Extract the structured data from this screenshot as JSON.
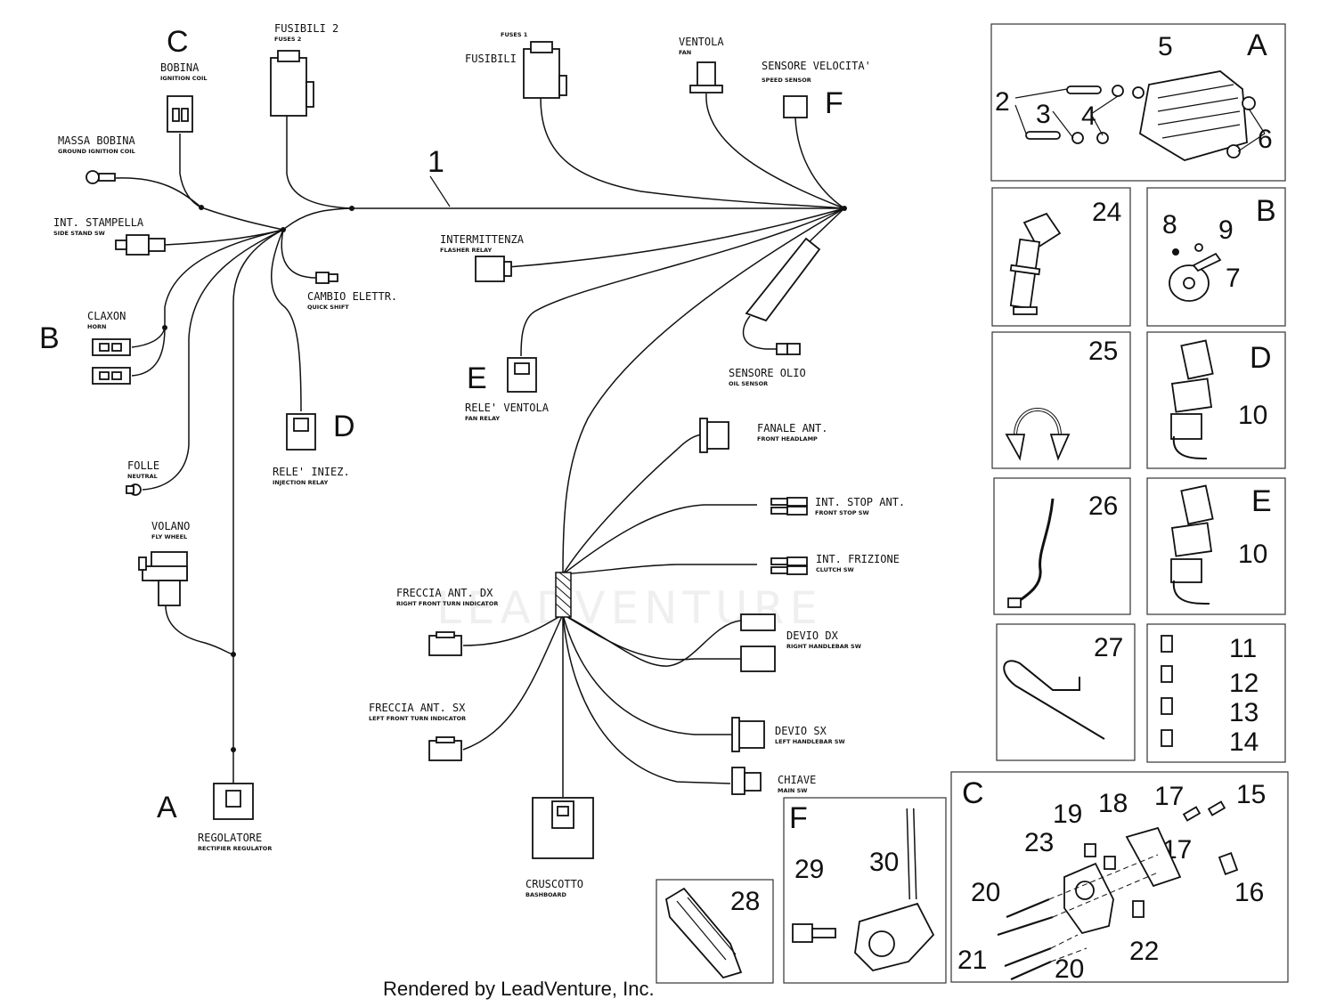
{
  "watermark": "LEADVENTURE",
  "footer": "Rendered by LeadVenture, Inc.",
  "harness_number": "1",
  "connectors": {
    "fusibili2": {
      "name": "FUSIBILI 2",
      "sub": "FUSES 2"
    },
    "fusibili1": {
      "name": "FUSIBILI",
      "sub": "FUSES 1"
    },
    "ventola": {
      "name": "VENTOLA",
      "sub": "FAN"
    },
    "sensore_velocita": {
      "name": "SENSORE VELOCITA'",
      "sub": "SPEED SENSOR"
    },
    "bobina": {
      "name": "BOBINA",
      "sub": "IGNITION COIL"
    },
    "massa_bobina": {
      "name": "MASSA BOBINA",
      "sub": "GROUND IGNITION COIL"
    },
    "int_stampella": {
      "name": "INT. STAMPELLA",
      "sub": "SIDE STAND SW"
    },
    "intermittenza": {
      "name": "INTERMITTENZA",
      "sub": "FLASHER RELAY"
    },
    "cambio": {
      "name": "CAMBIO ELETTR.",
      "sub": "QUICK SHIFT"
    },
    "claxon": {
      "name": "CLAXON",
      "sub": "HORN"
    },
    "sensore_olio": {
      "name": "SENSORE OLIO",
      "sub": "OIL SENSOR"
    },
    "rele_ventola": {
      "name": "RELE' VENTOLA",
      "sub": "FAN RELAY"
    },
    "fanale": {
      "name": "FANALE ANT.",
      "sub": "FRONT HEADLAMP"
    },
    "rele_iniez": {
      "name": "RELE' INIEZ.",
      "sub": "INJECTION RELAY"
    },
    "folle": {
      "name": "FOLLE",
      "sub": "NEUTRAL"
    },
    "int_stop": {
      "name": "INT. STOP ANT.",
      "sub": "FRONT STOP SW"
    },
    "volano": {
      "name": "VOLANO",
      "sub": "FLY WHEEL"
    },
    "int_frizione": {
      "name": "INT. FRIZIONE",
      "sub": "CLUTCH SW"
    },
    "freccia_dx": {
      "name": "FRECCIA ANT. DX",
      "sub": "RIGHT FRONT TURN INDICATOR"
    },
    "devio_dx": {
      "name": "DEVIO DX",
      "sub": "RIGHT HANDLEBAR SW"
    },
    "freccia_sx": {
      "name": "FRECCIA ANT. SX",
      "sub": "LEFT FRONT TURN INDICATOR"
    },
    "devio_sx": {
      "name": "DEVIO SX",
      "sub": "LEFT HANDLEBAR SW"
    },
    "chiave": {
      "name": "CHIAVE",
      "sub": "MAIN SW"
    },
    "regolatore": {
      "name": "REGOLATORE",
      "sub": "RECTIFIER REGULATOR"
    },
    "cruscotto": {
      "name": "CRUSCOTTO",
      "sub": "BASHBOARD"
    }
  },
  "letters": {
    "A": "A",
    "B": "B",
    "C": "C",
    "D": "D",
    "E": "E",
    "F": "F"
  },
  "parts": {
    "n2": "2",
    "n3": "3",
    "n4": "4",
    "n5": "5",
    "n6": "6",
    "n7": "7",
    "n8": "8",
    "n9": "9",
    "n10": "10",
    "n11": "11",
    "n12": "12",
    "n13": "13",
    "n14": "14",
    "n15": "15",
    "n16": "16",
    "n17": "17",
    "n18": "18",
    "n19": "19",
    "n20": "20",
    "n21": "21",
    "n22": "22",
    "n23": "23",
    "n24": "24",
    "n25": "25",
    "n26": "26",
    "n27": "27",
    "n28": "28",
    "n29": "29",
    "n30": "30"
  }
}
